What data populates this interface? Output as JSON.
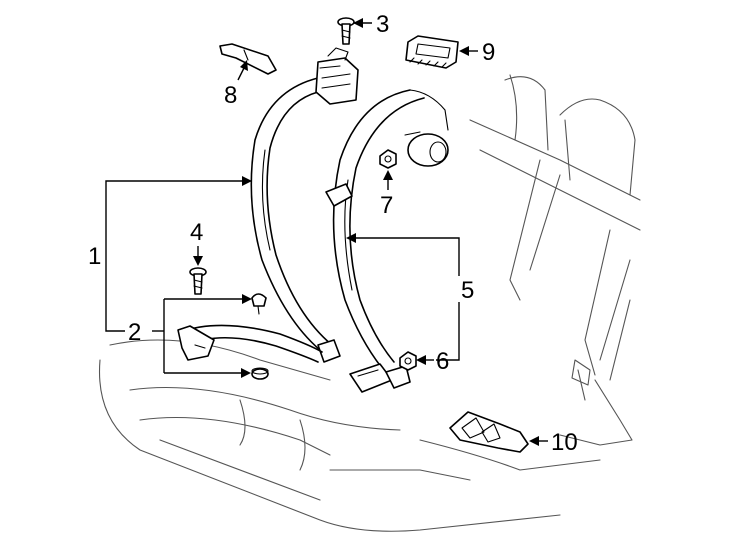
{
  "diagram": {
    "callouts": [
      {
        "id": "1",
        "text": "1"
      },
      {
        "id": "2",
        "text": "2"
      },
      {
        "id": "3",
        "text": "3"
      },
      {
        "id": "4",
        "text": "4"
      },
      {
        "id": "5",
        "text": "5"
      },
      {
        "id": "6",
        "text": "6"
      },
      {
        "id": "7",
        "text": "7"
      },
      {
        "id": "8",
        "text": "8"
      },
      {
        "id": "9",
        "text": "9"
      },
      {
        "id": "10",
        "text": "10"
      }
    ],
    "colors": {
      "line": "#000000",
      "background": "#ffffff",
      "seat": "#555555"
    }
  }
}
